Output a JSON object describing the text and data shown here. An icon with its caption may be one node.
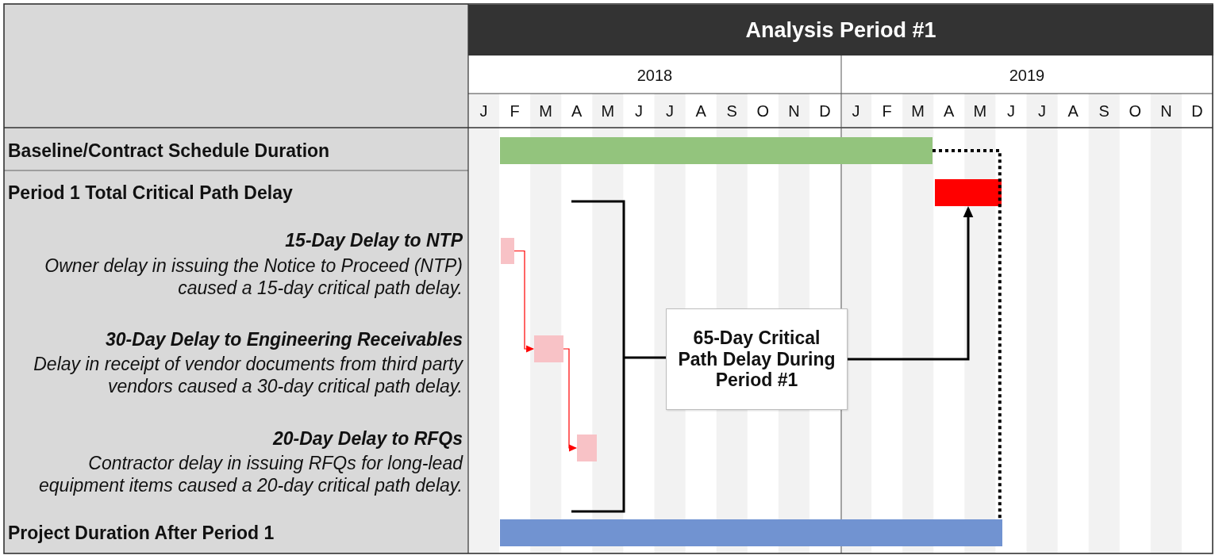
{
  "diagram": {
    "title": "Analysis Period #1",
    "nodes": [
      {
        "text": [],
        "shape": "bar"
      },
      {
        "text": [],
        "shape": "bar"
      },
      {
        "text": [],
        "shape": "bar"
      },
      {
        "text": [
          "65-Day Critical Path Delay During Period #1"
        ]
      },
      {
        "text": [],
        "shape": "bar"
      },
      {
        "text": [],
        "shape": "bar"
      },
      {
        "text": [],
        "shape": "bar"
      }
    ],
    "edges": [
      {
        "from": 2,
        "to": 4,
        "arrow": "to",
        "color": "#ff0000"
      },
      {
        "from": 4,
        "to": 5,
        "arrow": "to",
        "color": "#ff0000"
      },
      {
        "from": 3,
        "to": 1,
        "arrow": "to",
        "color": "#000000"
      },
      {
        "from": 0,
        "to": 6,
        "arrow": "none",
        "style": "dashed",
        "color": "#000000"
      }
    ],
    "labels": [
      "2018",
      "2019",
      "J",
      "F",
      "M",
      "A",
      "M",
      "J",
      "J",
      "A",
      "S",
      "O",
      "N",
      "D",
      "J",
      "F",
      "M",
      "A",
      "M",
      "J",
      "J",
      "A",
      "S",
      "O",
      "N",
      "D",
      "Baseline/Contract Schedule Duration",
      "Period 1 Total Critical Path Delay",
      "15-Day Delay to NTP",
      "Owner delay in issuing the Notice to Proceed (NTP) caused a 15-day critical path delay.",
      "30-Day Delay to Engineering Receivables",
      "Delay in receipt of vendor documents from third party vendors caused a 30-day critical path delay.",
      "20-Day Delay to RFQs",
      "Contractor delay in issuing RFQs for long-lead equipment items caused a 20-day critical path delay.",
      "Project Duration After Period 1"
    ]
  }
}
